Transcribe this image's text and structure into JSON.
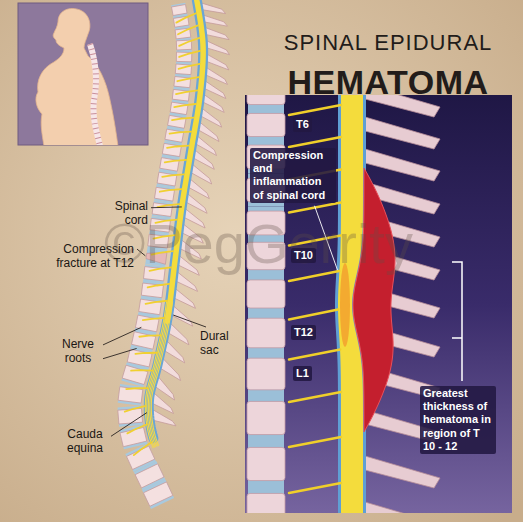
{
  "diagram": {
    "title": "SPINAL EPIDURAL HEMATOMA",
    "labels": [
      "Spinal cord",
      "Compression fracture at T12",
      "Nerve roots",
      "Cauda equina",
      "Dural sac",
      "T6",
      "Compression and inflammation of spinal cord",
      "T10",
      "T12",
      "L1",
      "Greatest thickness of hematoma in region of T 10 - 12",
      "©PegGerrity"
    ]
  }
}
